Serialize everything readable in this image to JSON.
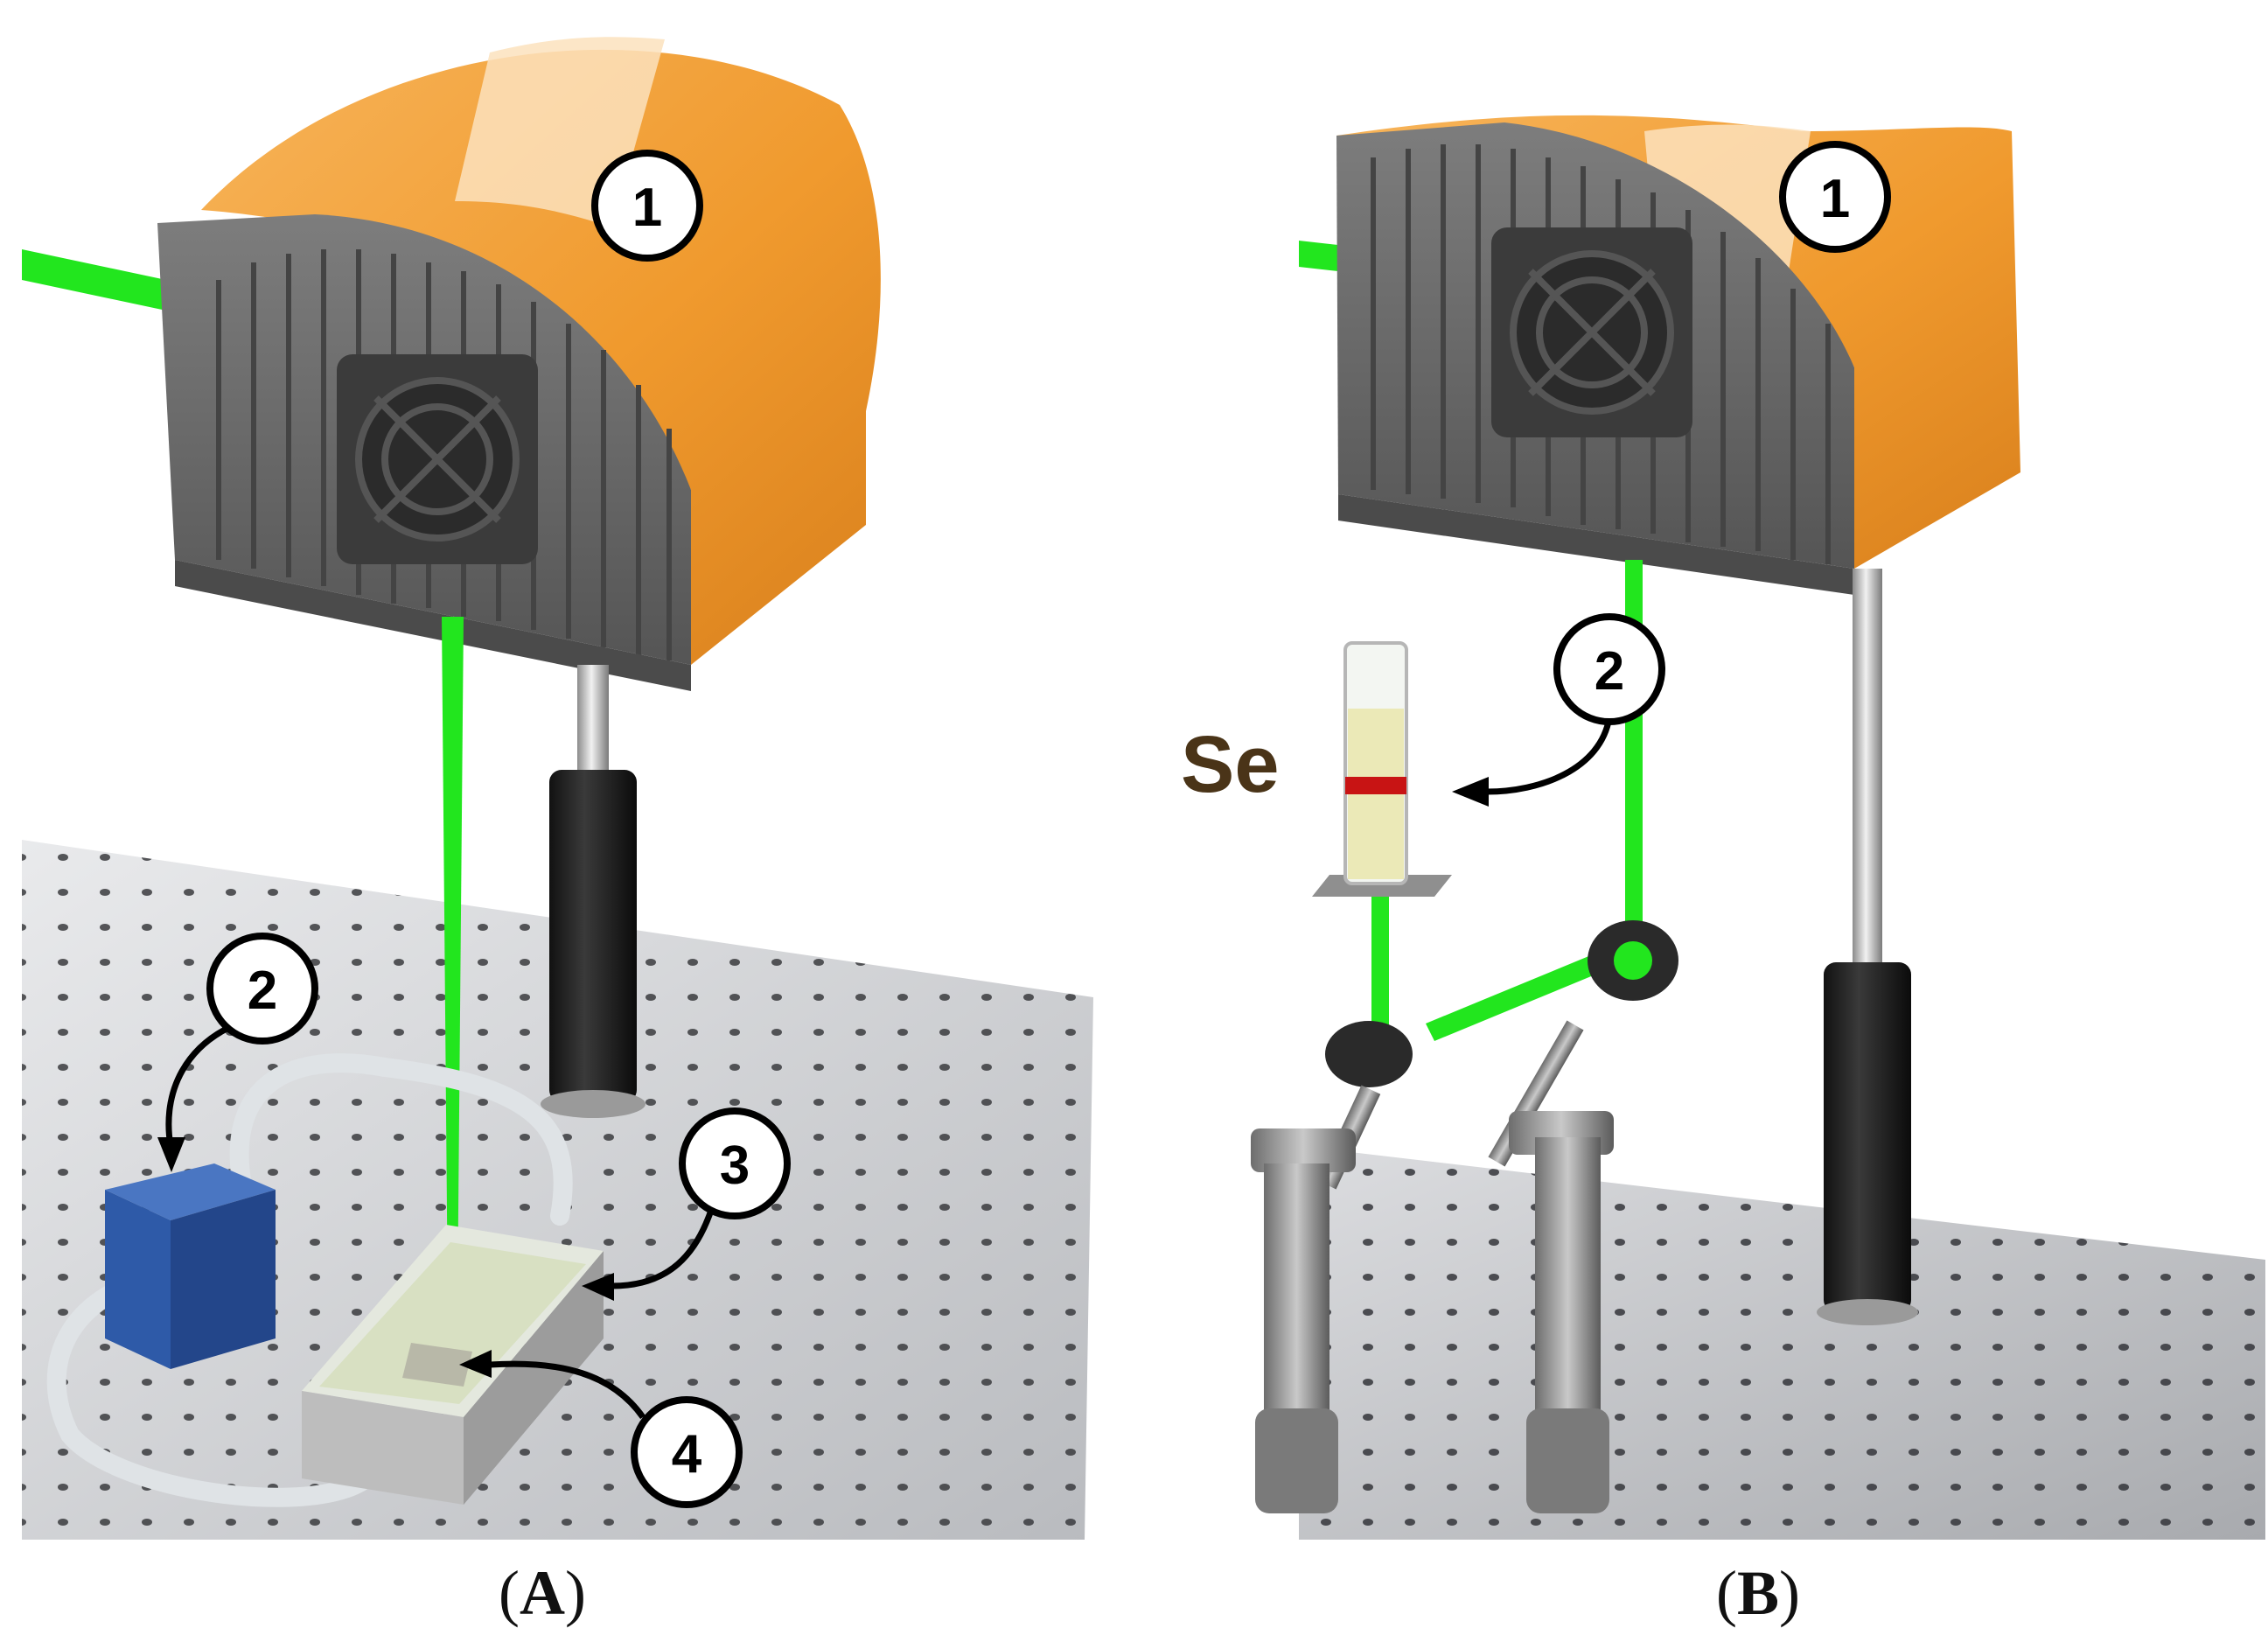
{
  "panels": [
    {
      "id": "A",
      "caption_prefix": "(",
      "caption_letter": "A",
      "caption_suffix": ")",
      "callouts": [
        "1",
        "2",
        "3",
        "4"
      ]
    },
    {
      "id": "B",
      "caption_prefix": "(",
      "caption_letter": "B",
      "caption_suffix": ")",
      "callouts": [
        "1",
        "2"
      ],
      "element_label": "Se"
    }
  ],
  "colors": {
    "laser_beam": "#22e61e",
    "housing_orange": "#f4a03c",
    "heatsink_gray": "#6b6b6b",
    "table_surface": "#d9dadc",
    "chamber_blue": "#2e5aa8",
    "sample_red": "#c81414",
    "label_brown": "#4a3418"
  }
}
